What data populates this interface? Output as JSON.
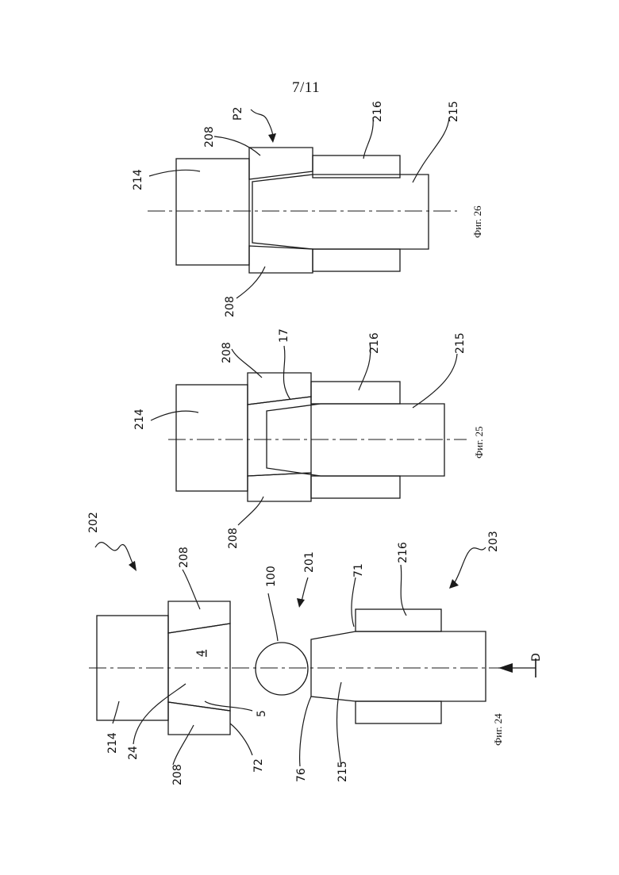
{
  "page_number": "7/11",
  "figures": [
    {
      "caption": "Фиг. 24",
      "labels": {
        "l202": "202",
        "l208a": "208",
        "l214": "214",
        "l24": "24",
        "l4": "4",
        "l5": "5",
        "l208b": "208",
        "l72": "72",
        "l100": "100",
        "l201": "201",
        "l71": "71",
        "l216": "216",
        "l203": "203",
        "l76": "76",
        "l215": "215",
        "lD": "D"
      }
    },
    {
      "caption": "Фиг. 25",
      "labels": {
        "l214": "214",
        "l208a": "208",
        "l17": "17",
        "l216": "216",
        "l215": "215",
        "l208b": "208"
      }
    },
    {
      "caption": "Фиг. 26",
      "labels": {
        "l214": "214",
        "l208a": "208",
        "lP2": "P2",
        "l216": "216",
        "l215": "215",
        "l208b": "208"
      }
    }
  ]
}
